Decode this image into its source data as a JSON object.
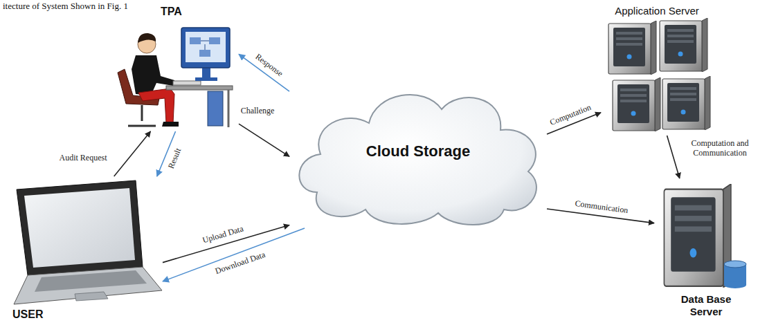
{
  "diagram": {
    "nodes": [
      {
        "text": [
          "TPA"
        ]
      },
      {
        "text": [
          "Application Server"
        ]
      },
      {
        "text": [
          "Cloud Storage"
        ]
      },
      {
        "text": [
          "Data Base Server"
        ]
      },
      {
        "text": [
          "USER"
        ]
      }
    ],
    "edges": [
      {
        "from": 2,
        "to": 0,
        "label": "Response",
        "arrow": "to"
      },
      {
        "from": 0,
        "to": 2,
        "label": "Challenge",
        "arrow": "to"
      },
      {
        "from": 4,
        "to": 0,
        "label": "Audit Request",
        "arrow": "to"
      },
      {
        "from": 0,
        "to": 4,
        "label": "Result",
        "arrow": "to"
      },
      {
        "from": 4,
        "to": 2,
        "label": "Upload Data",
        "arrow": "to"
      },
      {
        "from": 2,
        "to": 4,
        "label": "Download Data",
        "arrow": "to"
      },
      {
        "from": 2,
        "to": 1,
        "label": "Computation",
        "arrow": "to"
      },
      {
        "from": 1,
        "to": 3,
        "label": "Computation and Communication",
        "arrow": "to"
      },
      {
        "from": 2,
        "to": 3,
        "label": "Communication",
        "arrow": "to"
      }
    ],
    "labels": [
      "itecture of System Shown in Fig. 1"
    ]
  }
}
